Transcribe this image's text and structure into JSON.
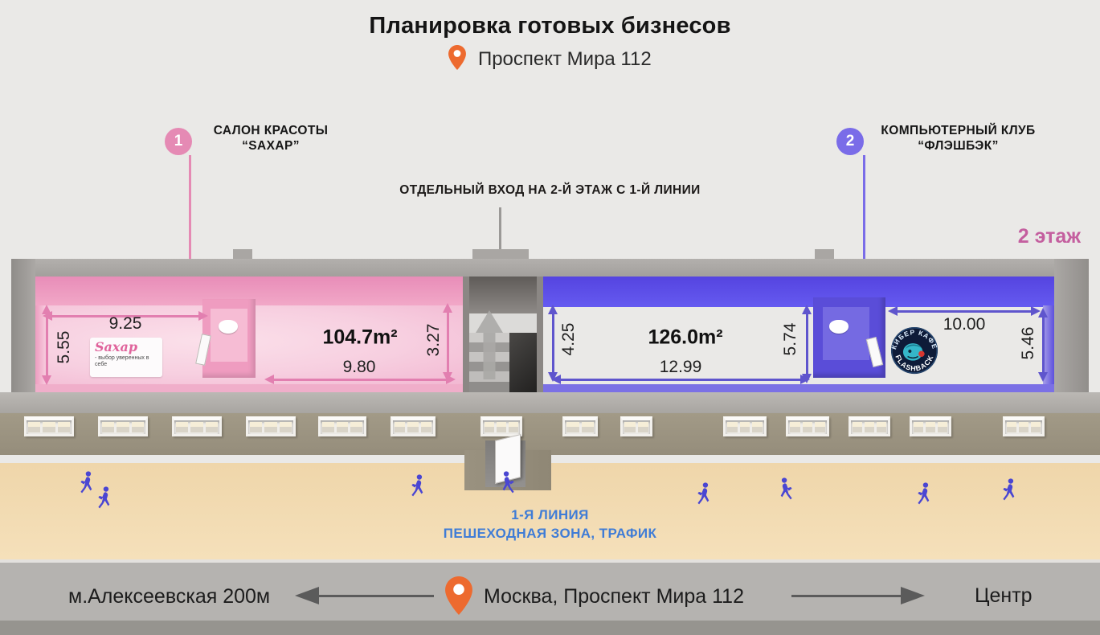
{
  "header": {
    "title": "Планировка готовых бизнесов",
    "address": "Проспект Мира 112"
  },
  "floor_label": "2 этаж",
  "entrance_note": "ОТДЕЛЬНЫЙ ВХОД НА 2-Й ЭТАЖ С 1-Й ЛИНИИ",
  "callouts": {
    "salon": {
      "number": "1",
      "line1": "САЛОН КРАСОТЫ",
      "line2": "“SAXAP”"
    },
    "club": {
      "number": "2",
      "line1": "КОМПЬЮТЕРНЫЙ КЛУБ",
      "line2": "“ФЛЭШБЭК”"
    }
  },
  "salon": {
    "area": "104.7m²",
    "dims": {
      "room1_width": "9.25",
      "room1_depth": "5.55",
      "room2_width": "9.80",
      "room2_depth": "3.27"
    },
    "brand": {
      "name": "Saxap",
      "tagline": "- выбор уверенных в себе"
    }
  },
  "club": {
    "area": "126.0m²",
    "dims": {
      "room1_left": "4.25",
      "room1_width": "12.99",
      "room1_right": "5.74",
      "room2_width": "10.00",
      "room2_depth": "5.46"
    },
    "logo": {
      "top": "КИБЕР КАФЕ",
      "bottom": "FLASHBACK"
    }
  },
  "street": {
    "line1": "1-Я ЛИНИЯ",
    "line2": "ПЕШЕХОДНАЯ ЗОНА, ТРАФИК"
  },
  "footer": {
    "metro": "м.Алексеевская 200м",
    "address": "Москва, Проспект Мира 112",
    "direction": "Центр"
  },
  "colors": {
    "salon_accent": "#e58ab4",
    "club_accent": "#7a6ce8",
    "floor_label": "#c45f9f",
    "street_text": "#3f7cd6",
    "pin": "#ed6a2f"
  }
}
